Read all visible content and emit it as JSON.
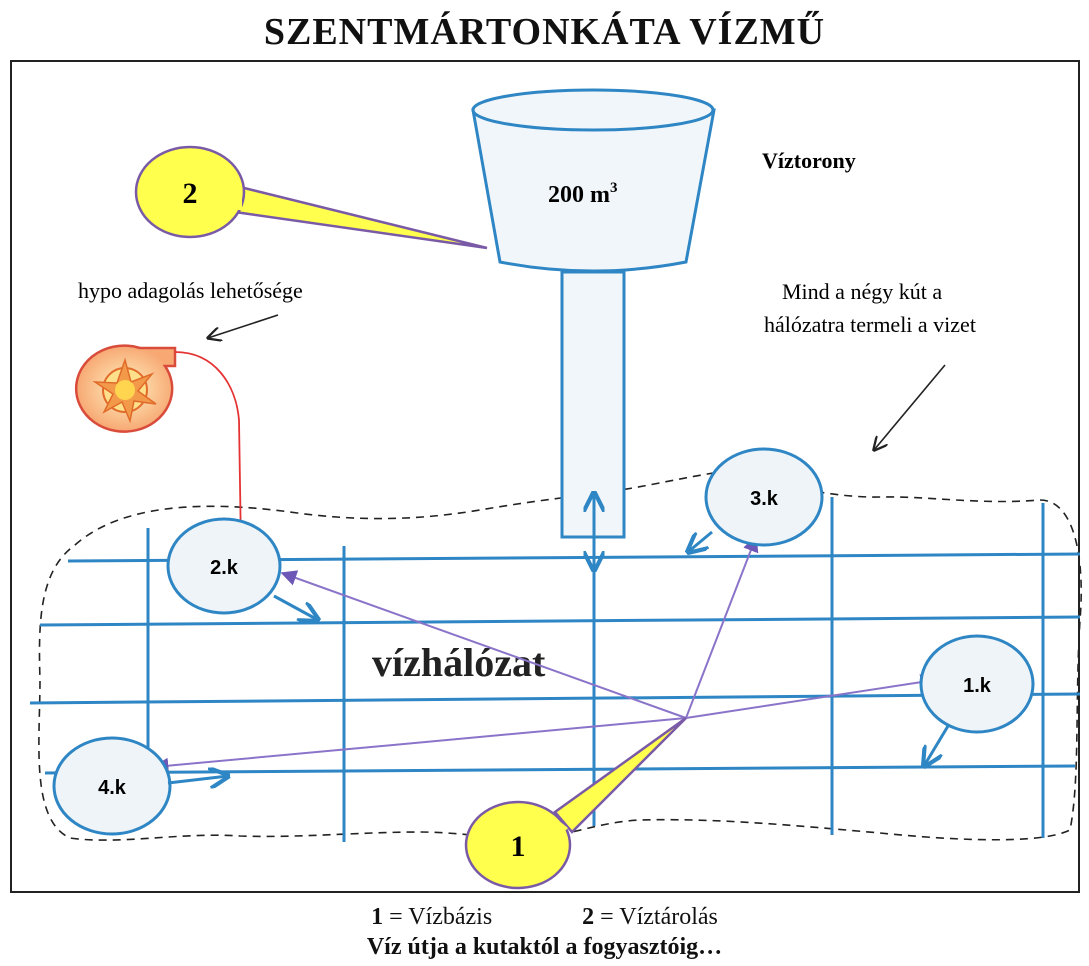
{
  "title": "SZENTMÁRTONKÁTA VÍZMŰ",
  "tower": {
    "label": "Víztorony",
    "volume_value": "200 m",
    "volume_exponent": "3"
  },
  "callouts": {
    "storage_number": "2",
    "base_number": "1"
  },
  "notes": {
    "hypo": "hypo adagolás lehetősége",
    "wells_line1": "Mind a négy kút a",
    "wells_line2": "hálózatra termeli a vizet"
  },
  "network_label": "vízhálózat",
  "wells": [
    "1.k",
    "2.k",
    "3.k",
    "4.k"
  ],
  "legend": {
    "item1_key": "1",
    "item1_text": " = Vízbázis",
    "item2_key": "2",
    "item2_text": " = Víztárolás",
    "caption": "Víz útja a kutaktól a fogyasztóig…"
  },
  "colors": {
    "pipe": "#2f86c4",
    "well_fill": "#eef4f8",
    "callout_fill": "#ffff4d",
    "callout_stroke": "#7a5aa6",
    "purple_line": "#8a74c9",
    "red_line": "#e53333",
    "pump_fill": "#f7b183",
    "pump_stroke": "#d94b3a"
  }
}
